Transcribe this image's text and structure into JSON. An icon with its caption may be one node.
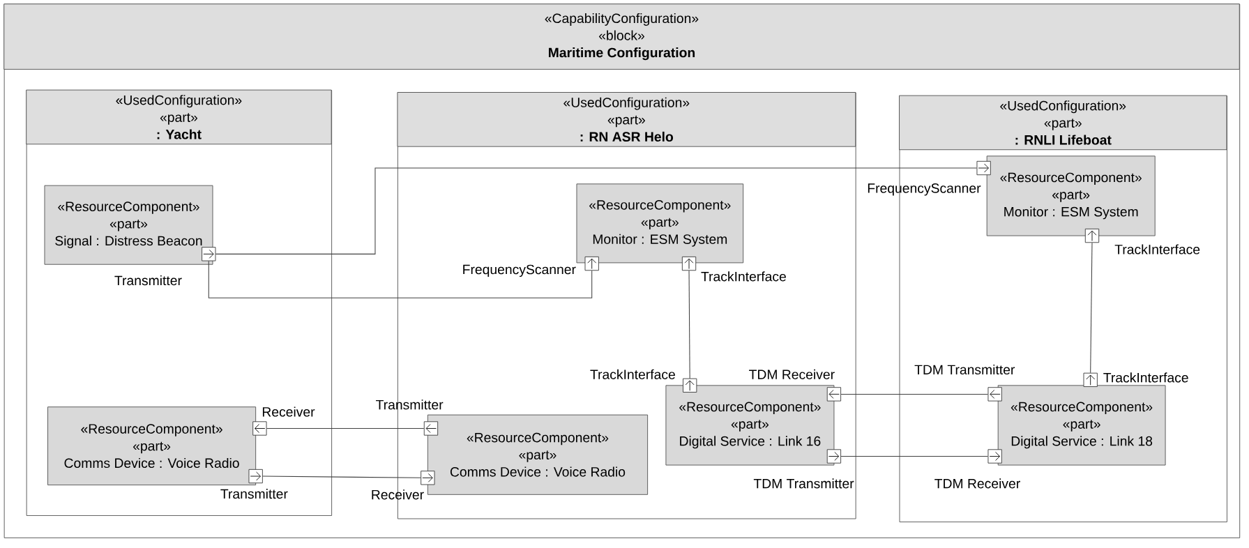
{
  "diagram": {
    "nodes": [
      {
        "text": [
          "«CapabilityConfiguration»",
          "«block»",
          "Maritime Configuration"
        ]
      },
      {
        "text": [
          "«UsedConfiguration»",
          "«part»",
          ": Yacht"
        ],
        "in": 0
      },
      {
        "text": [
          "«UsedConfiguration»",
          "«part»",
          ": RN ASR Helo"
        ],
        "in": 0
      },
      {
        "text": [
          "«UsedConfiguration»",
          "«part»",
          ": RNLI Lifeboat"
        ],
        "in": 0
      },
      {
        "text": [
          "«ResourceComponent»",
          "«part»",
          "Signal : Distress Beacon"
        ],
        "in": 1
      },
      {
        "text": [
          "«ResourceComponent»",
          "«part»",
          "Comms Device : Voice Radio"
        ],
        "in": 1
      },
      {
        "text": [
          "«ResourceComponent»",
          "«part»",
          "Monitor : ESM System"
        ],
        "in": 2
      },
      {
        "text": [
          "«ResourceComponent»",
          "«part»",
          "Comms Device : Voice Radio"
        ],
        "in": 2
      },
      {
        "text": [
          "«ResourceComponent»",
          "«part»",
          "Digital Service : Link 16"
        ],
        "in": 2
      },
      {
        "text": [
          "«ResourceComponent»",
          "«part»",
          "Monitor : ESM System"
        ],
        "in": 3
      },
      {
        "text": [
          "«ResourceComponent»",
          "«part»",
          "Digital Service : Link 18"
        ],
        "in": 3
      },
      {
        "text": [],
        "shape": "box",
        "in": 1
      },
      {
        "text": [],
        "shape": "box",
        "beside": [
          "Receiver"
        ],
        "in": 1
      },
      {
        "text": [],
        "shape": "box",
        "beside": [
          "Transmitter"
        ],
        "in": 1
      },
      {
        "text": [],
        "shape": "box",
        "beside": [
          "FrequencyScanner"
        ],
        "in": 2
      },
      {
        "text": [],
        "shape": "box",
        "beside": [
          "TrackInterface"
        ],
        "in": 2
      },
      {
        "text": [],
        "shape": "box",
        "beside": [
          "Transmitter"
        ],
        "in": 2
      },
      {
        "text": [],
        "shape": "box",
        "beside": [
          "Receiver"
        ],
        "in": 2
      },
      {
        "text": [],
        "shape": "box",
        "beside": [
          "TrackInterface"
        ],
        "in": 2
      },
      {
        "text": [],
        "shape": "box",
        "beside": [
          "TDM Receiver"
        ],
        "in": 2
      },
      {
        "text": [],
        "shape": "box",
        "beside": [
          "TDM Transmitter"
        ],
        "in": 2
      },
      {
        "text": [],
        "shape": "box",
        "beside": [
          "FrequencyScanner"
        ],
        "in": 3
      },
      {
        "text": [],
        "shape": "box",
        "beside": [
          "TrackInterface"
        ],
        "in": 3
      },
      {
        "text": [],
        "shape": "box",
        "beside": [
          "TDM Transmitter"
        ],
        "in": 3
      },
      {
        "text": [],
        "shape": "box",
        "beside": [
          "TrackInterface"
        ],
        "in": 3
      },
      {
        "text": [],
        "shape": "box",
        "beside": [
          "TDM Receiver"
        ],
        "in": 3
      }
    ],
    "labels": [
      "Transmitter"
    ],
    "edges": [
      {
        "from": 11,
        "to": 21,
        "arrow": "none"
      },
      {
        "from": 11,
        "to": 14,
        "arrow": "none"
      },
      {
        "from": 12,
        "to": 16,
        "arrow": "none"
      },
      {
        "from": 13,
        "to": 17,
        "arrow": "none"
      },
      {
        "from": 15,
        "to": 18,
        "arrow": "none"
      },
      {
        "from": 19,
        "to": 23,
        "arrow": "none"
      },
      {
        "from": 20,
        "to": 25,
        "arrow": "none"
      },
      {
        "from": 22,
        "to": 24,
        "arrow": "none"
      }
    ]
  }
}
